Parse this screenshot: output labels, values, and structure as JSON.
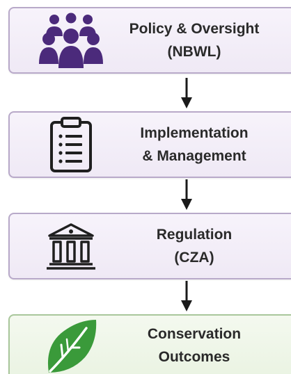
{
  "steps": [
    {
      "line1": "Policy & Oversight",
      "line2": "(NBWL)",
      "icon": "people-group-icon",
      "color": "#4b2a7b"
    },
    {
      "line1": "Implementation",
      "line2": "& Management",
      "icon": "clipboard-checklist-icon",
      "color": "#1f1f1f"
    },
    {
      "line1": "Regulation",
      "line2": "(CZA)",
      "icon": "government-building-icon",
      "color": "#1f1f1f"
    },
    {
      "line1": "Conservation",
      "line2": "Outcomes",
      "icon": "leaf-icon",
      "color": "#3a9a3a"
    }
  ],
  "colors": {
    "box_border": "#b8a9c9",
    "box_fill": "#efe9f5",
    "green_border": "#a9c79b",
    "green_fill": "#e8f2e0",
    "arrow": "#1a1a1a"
  }
}
